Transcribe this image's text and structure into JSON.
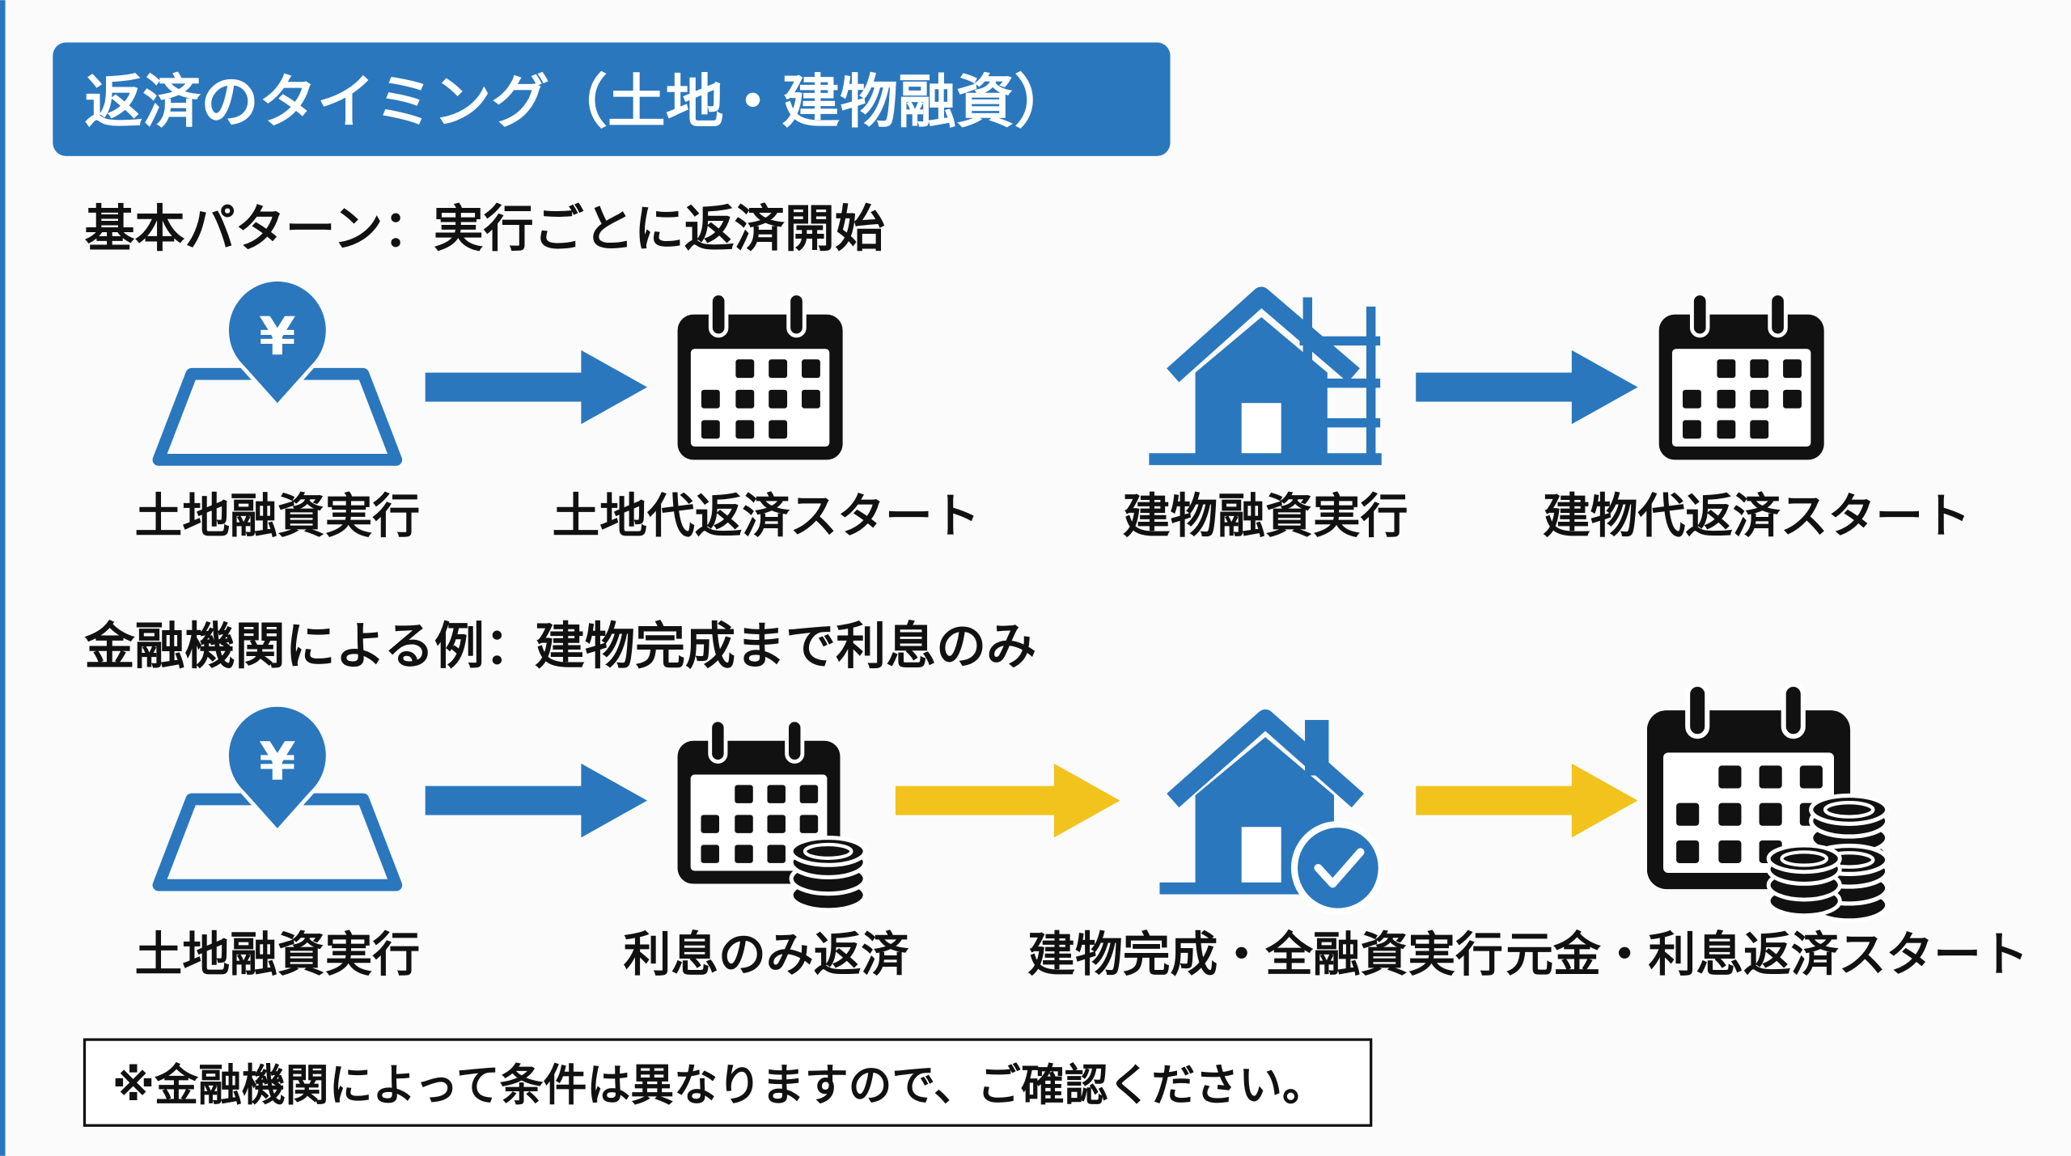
{
  "title": "返済のタイミング（土地・建物融資）",
  "section_basic": {
    "heading": "基本パターン：実行ごとに返済開始",
    "steps": [
      {
        "label": "土地融資実行",
        "icon": "land-yen-pin-icon"
      },
      {
        "label": "土地代返済スタート",
        "icon": "calendar-icon"
      },
      {
        "label": "建物融資実行",
        "icon": "house-construction-icon"
      },
      {
        "label": "建物代返済スタート",
        "icon": "calendar-icon"
      }
    ]
  },
  "section_example": {
    "heading": "金融機関による例：建物完成まで利息のみ",
    "steps": [
      {
        "label": "土地融資実行",
        "icon": "land-yen-pin-icon"
      },
      {
        "label": "利息のみ返済",
        "icon": "calendar-coins-icon"
      },
      {
        "label": "建物完成・全融資実行",
        "icon": "house-check-icon"
      },
      {
        "label": "元金・利息返済スタート",
        "icon": "calendar-large-coins-icon"
      }
    ]
  },
  "note": "※金融機関によって条件は異なりますので、ご確認ください。",
  "yen_symbol": "¥",
  "colors": {
    "blue": "#2a77bd",
    "yellow": "#f2c31c",
    "black": "#111111",
    "background": "#fbfbfb"
  }
}
